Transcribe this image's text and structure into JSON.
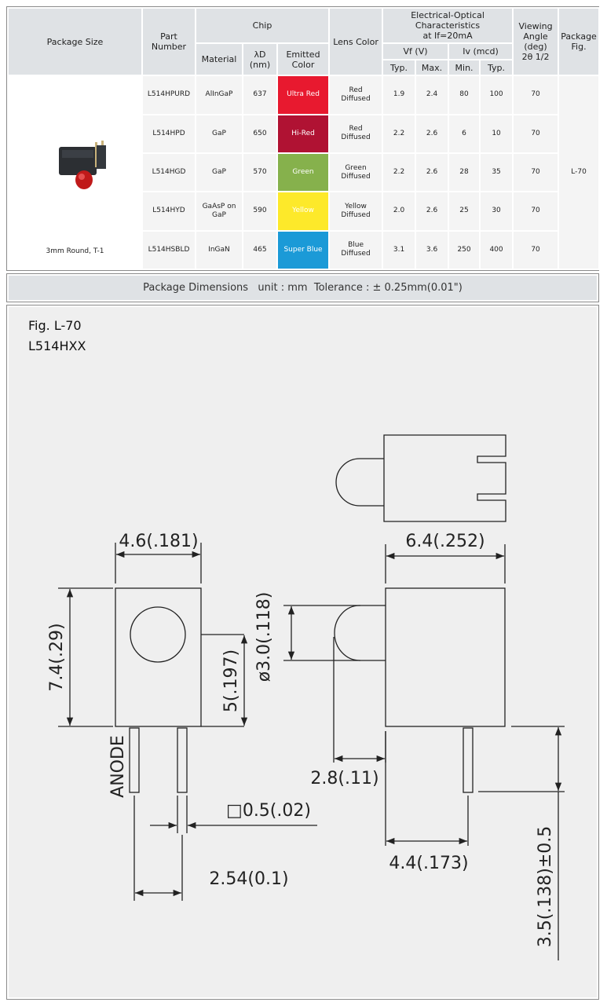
{
  "table": {
    "headers": {
      "package_size": "Package Size",
      "part_number": "Part Number",
      "chip": "Chip",
      "material": "Material",
      "lambda_d": "λD",
      "lambda_unit": "(nm)",
      "emitted_color": "Emitted Color",
      "lens_color": "Lens Color",
      "eo_line1": "Electrical-Optical",
      "eo_line2": "Characteristics",
      "eo_line3": "at If=20mA",
      "vf": "Vf (V)",
      "iv": "Iv (mcd)",
      "typ": "Typ.",
      "max": "Max.",
      "min": "Min.",
      "typ2": "Typ.",
      "view_line1": "Viewing",
      "view_line2": "Angle",
      "view_line3": "(deg)",
      "view_line4": "2θ 1/2",
      "pkg_fig": "Package Fig."
    },
    "package_size_text": "3mm Round, T-1",
    "package_fig_value": "L-70",
    "rows": [
      {
        "part": "L514HPURD",
        "material": "AlInGaP",
        "wavelength": "637",
        "emitted": "Ultra Red",
        "emit_color": "#e8192f",
        "emit_text_color": "#ffffff",
        "lens1": "Red",
        "lens2": "Diffused",
        "vf_typ": "1.9",
        "vf_max": "2.4",
        "iv_min": "80",
        "iv_typ": "100",
        "angle": "70"
      },
      {
        "part": "L514HPD",
        "material": "GaP",
        "wavelength": "650",
        "emitted": "Hi-Red",
        "emit_color": "#b01233",
        "emit_text_color": "#ffffff",
        "lens1": "Red",
        "lens2": "Diffused",
        "vf_typ": "2.2",
        "vf_max": "2.6",
        "iv_min": "6",
        "iv_typ": "10",
        "angle": "70"
      },
      {
        "part": "L514HGD",
        "material": "GaP",
        "wavelength": "570",
        "emitted": "Green",
        "emit_color": "#86b14c",
        "emit_text_color": "#ffffff",
        "lens1": "Green",
        "lens2": "Diffused",
        "vf_typ": "2.2",
        "vf_max": "2.6",
        "iv_min": "28",
        "iv_typ": "35",
        "angle": "70"
      },
      {
        "part": "L514HYD",
        "material": "GaAsP on GaP",
        "wavelength": "590",
        "emitted": "Yellow",
        "emit_color": "#fde92a",
        "emit_text_color": "#ffffff",
        "lens1": "Yellow",
        "lens2": "Diffused",
        "vf_typ": "2.0",
        "vf_max": "2.6",
        "iv_min": "25",
        "iv_typ": "30",
        "angle": "70"
      },
      {
        "part": "L514HSBLD",
        "material": "InGaN",
        "wavelength": "465",
        "emitted": "Super Blue",
        "emit_color": "#1b9ad7",
        "emit_text_color": "#ffffff",
        "lens1": "Blue",
        "lens2": "Diffused",
        "vf_typ": "3.1",
        "vf_max": "3.6",
        "iv_min": "250",
        "iv_typ": "400",
        "angle": "70"
      }
    ]
  },
  "dimensions_bar": {
    "title": "Package Dimensions   unit : mm  Tolerance : ± 0.25mm(0.01\")"
  },
  "drawing": {
    "fig_label": "Fig. L-70",
    "part_label": "L514HXX",
    "dims": {
      "width_front": "4.6(.181)",
      "width_side": "6.4(.252)",
      "height": "7.4(.29)",
      "lens_center": "5(.197)",
      "lens_dia": "ø3.0(.118)",
      "lens_protrusion": "2.8(.11)",
      "pin_square": "□0.5(.02)",
      "pin_pitch": "2.54(0.1)",
      "pin_offset": "4.4(.173)",
      "pin_length": "3.5(.138)±0.5",
      "anode": "ANODE"
    }
  }
}
